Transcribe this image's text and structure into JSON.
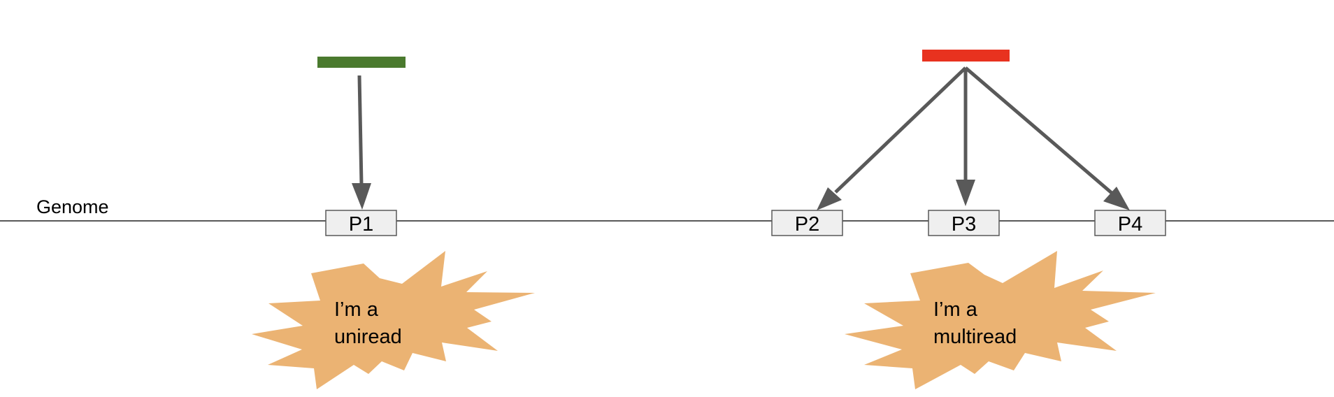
{
  "genome_label": "Genome",
  "positions": [
    {
      "id": "p1",
      "label": "P1"
    },
    {
      "id": "p2",
      "label": "P2"
    },
    {
      "id": "p3",
      "label": "P3"
    },
    {
      "id": "p4",
      "label": "P4"
    }
  ],
  "reads": [
    {
      "id": "uniread",
      "color": "#4a7a2e",
      "targets": [
        "P1"
      ]
    },
    {
      "id": "multiread",
      "color": "#e8321f",
      "targets": [
        "P2",
        "P3",
        "P4"
      ]
    }
  ],
  "callouts": [
    {
      "id": "uniread-callout",
      "lines": [
        "I’m a",
        "uniread"
      ],
      "fill": "#ebb373"
    },
    {
      "id": "multiread-callout",
      "lines": [
        "I’m a",
        "multiread"
      ],
      "fill": "#ebb373"
    }
  ],
  "colors": {
    "genome_line": "#595959",
    "arrow": "#595959",
    "box_fill": "#efefef",
    "callout_fill": "#ebb373"
  }
}
